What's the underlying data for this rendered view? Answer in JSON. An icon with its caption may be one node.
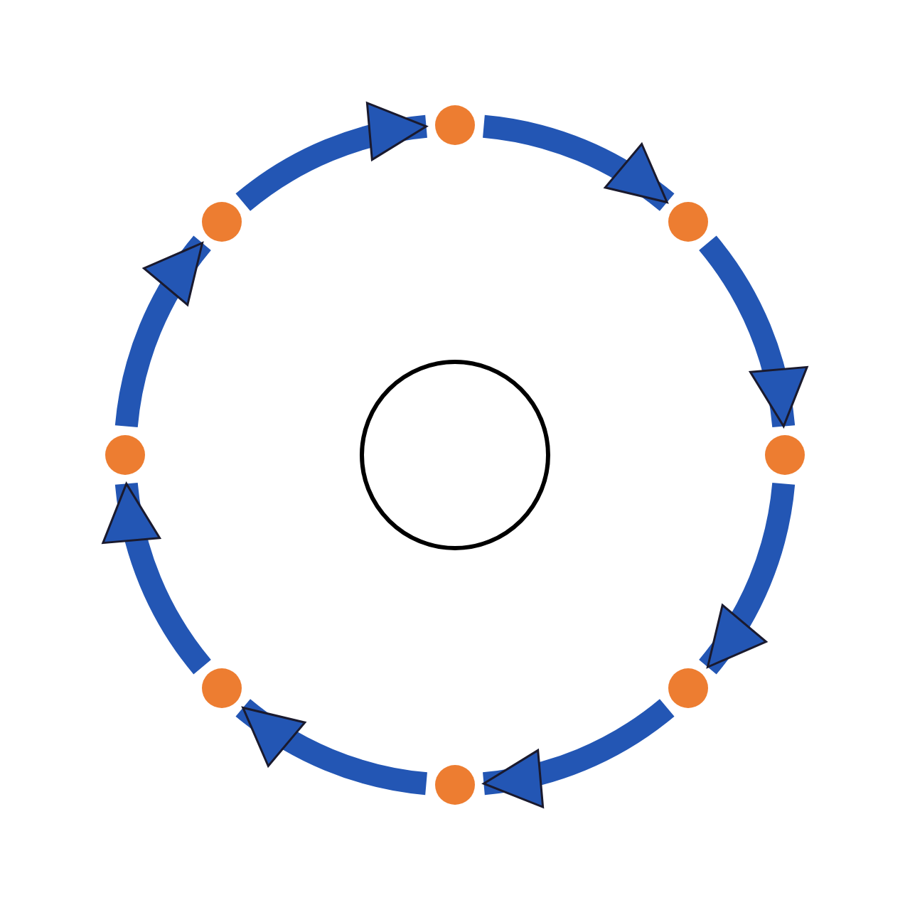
{
  "diagram": {
    "nodes": [
      {
        "text": [],
        "shape": "circle"
      },
      {
        "text": [],
        "shape": "circle"
      },
      {
        "text": [],
        "shape": "circle"
      },
      {
        "text": [],
        "shape": "circle"
      },
      {
        "text": [],
        "shape": "circle"
      },
      {
        "text": [],
        "shape": "circle"
      },
      {
        "text": [],
        "shape": "circle"
      },
      {
        "text": [],
        "shape": "circle"
      },
      {
        "text": [],
        "shape": "circle"
      }
    ],
    "edges": [
      {
        "from": 0,
        "to": 1,
        "arrow": "to"
      },
      {
        "from": 1,
        "to": 2,
        "arrow": "to"
      },
      {
        "from": 2,
        "to": 3,
        "arrow": "to"
      },
      {
        "from": 3,
        "to": 4,
        "arrow": "to"
      },
      {
        "from": 4,
        "to": 5,
        "arrow": "to"
      },
      {
        "from": 5,
        "to": 6,
        "arrow": "to"
      },
      {
        "from": 6,
        "to": 7,
        "arrow": "to"
      },
      {
        "from": 7,
        "to": 0,
        "arrow": "to"
      }
    ]
  }
}
